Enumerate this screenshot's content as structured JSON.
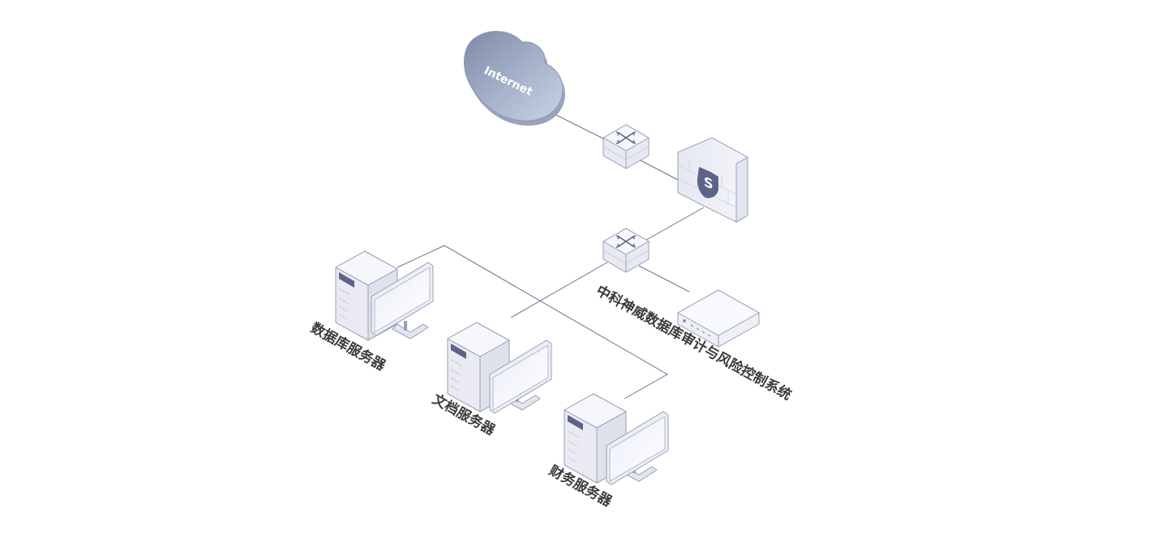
{
  "diagram": {
    "cloud": {
      "label": "Internet",
      "icon": "cloud-icon"
    },
    "switches": [
      {
        "name": "switch-top",
        "icon": "network-switch-icon"
      },
      {
        "name": "switch-core",
        "icon": "network-switch-icon"
      }
    ],
    "firewall": {
      "icon": "shield-firewall-icon"
    },
    "audit_device": {
      "label": "中科神威数据库审计与风险控制系统",
      "icon": "appliance-icon"
    },
    "servers": [
      {
        "label": "数据库服务器",
        "icon": "server-pc-icon"
      },
      {
        "label": "文档服务器",
        "icon": "server-pc-icon"
      },
      {
        "label": "财务服务器",
        "icon": "server-pc-icon"
      }
    ],
    "colors": {
      "line": "#6c7191",
      "cloud": "#8e9ab5",
      "accent": "#5d6388",
      "device_face": "#f3f4f9",
      "device_edge": "#9aa0b7"
    }
  }
}
